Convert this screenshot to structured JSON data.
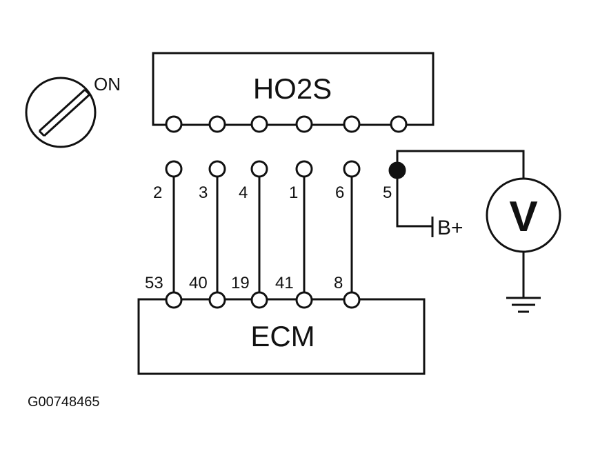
{
  "ignition_switch": {
    "label": "ON"
  },
  "sensor": {
    "label": "HO2S"
  },
  "ecm": {
    "label": "ECM"
  },
  "sensor_pins": [
    "2",
    "3",
    "4",
    "1",
    "6",
    "5"
  ],
  "ecm_pins": [
    "53",
    "40",
    "19",
    "41",
    "8"
  ],
  "voltmeter": {
    "label": "V"
  },
  "battery": {
    "label": "B+"
  },
  "figure_code": "G00748465"
}
